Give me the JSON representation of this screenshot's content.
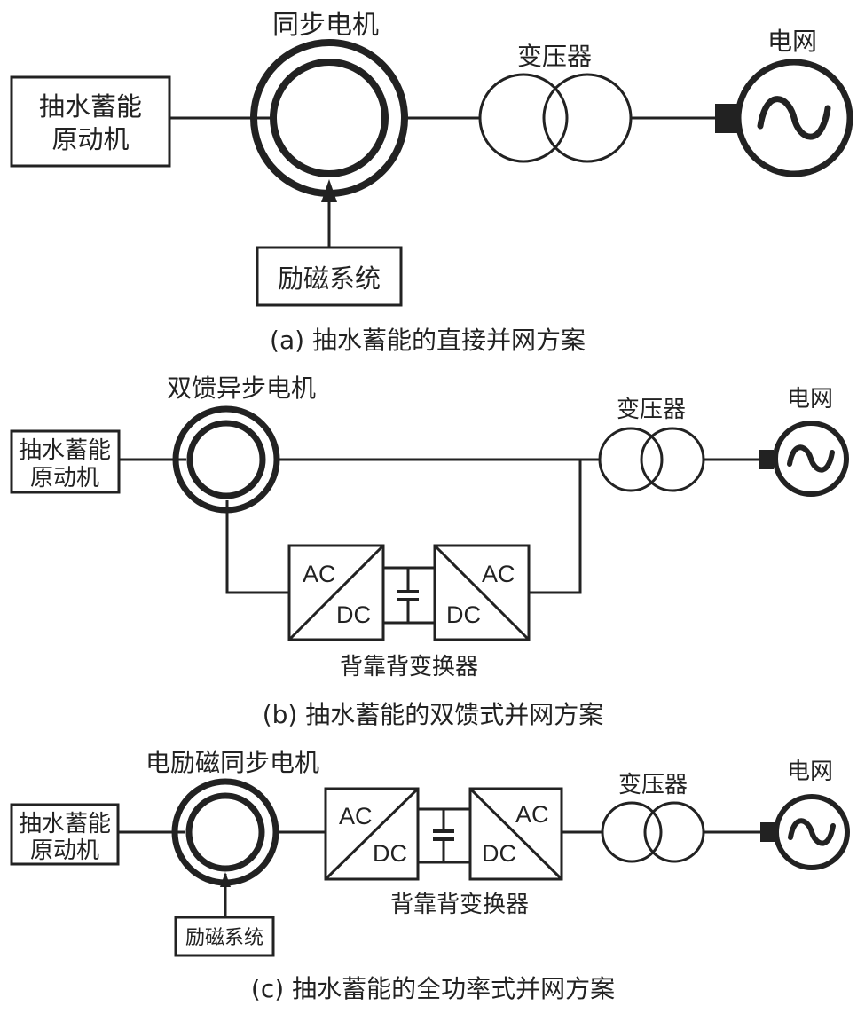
{
  "diagrams": [
    {
      "caption": "(a) 抽水蓄能的直接并网方案",
      "prime_mover": [
        "抽水蓄能",
        "原动机"
      ],
      "machine_label": "同步电机",
      "excitation_label": "励磁系统",
      "transformer_label": "变压器",
      "grid_label": "电网"
    },
    {
      "caption": "(b) 抽水蓄能的双馈式并网方案",
      "prime_mover": [
        "抽水蓄能",
        "原动机"
      ],
      "machine_label": "双馈异步电机",
      "converter_label": "背靠背变换器",
      "converter_left": {
        "top": "AC",
        "bottom": "DC"
      },
      "converter_right": {
        "top": "AC",
        "bottom": "DC"
      },
      "transformer_label": "变压器",
      "grid_label": "电网"
    },
    {
      "caption": "(c) 抽水蓄能的全功率式并网方案",
      "prime_mover": [
        "抽水蓄能",
        "原动机"
      ],
      "machine_label": "电励磁同步电机",
      "excitation_label": "励磁系统",
      "converter_label": "背靠背变换器",
      "converter_left": {
        "top": "AC",
        "bottom": "DC"
      },
      "converter_right": {
        "top": "AC",
        "bottom": "DC"
      },
      "transformer_label": "变压器",
      "grid_label": "电网"
    }
  ]
}
